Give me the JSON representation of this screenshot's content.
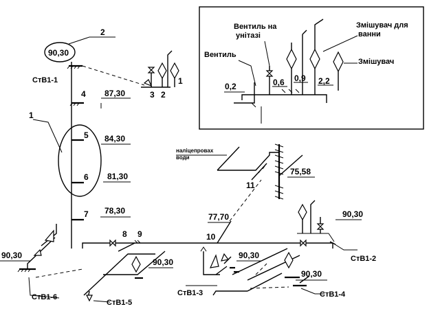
{
  "legend": {
    "valve_label": "Вентиль",
    "toilet_valve_label_line1": "Вентиль на",
    "toilet_valve_label_line2": "унітазі",
    "bath_mixer_label_line1": "Змішувач для",
    "bath_mixer_label_line2": "ванни",
    "mixer_label": "Змішувач",
    "height_02": "0,2",
    "height_06": "0,6",
    "height_09": "0,9",
    "height_22": "2,2"
  },
  "risers": {
    "stv1_1": "СтВ1-1",
    "stv1_2": "СтВ1-2",
    "stv1_3": "СтВ1-3",
    "stv1_4": "СтВ1-4",
    "stv1_5": "СтВ1-5",
    "stv1_6": "СтВ1-6"
  },
  "elevations": {
    "top": "90,30",
    "floor_87": "87,30",
    "floor_84": "84,30",
    "floor_81": "81,30",
    "floor_78": "78,30",
    "node_77": "77,70",
    "input_75": "75,58",
    "right_90": "90,30",
    "left_90": "90,30",
    "mid_90": "90,30",
    "c3_90": "90,30",
    "c4_90": "90,30"
  },
  "markers": {
    "m1": "1",
    "m2": "2",
    "m3": "3",
    "m2b": "2",
    "m1b": "1",
    "m4": "4",
    "m5": "5",
    "m6": "6",
    "m7": "7",
    "m8": "8",
    "m9": "9",
    "m10": "10",
    "m11": "11"
  },
  "irrigation": {
    "line1": "наліцепровах",
    "line2": "води"
  }
}
